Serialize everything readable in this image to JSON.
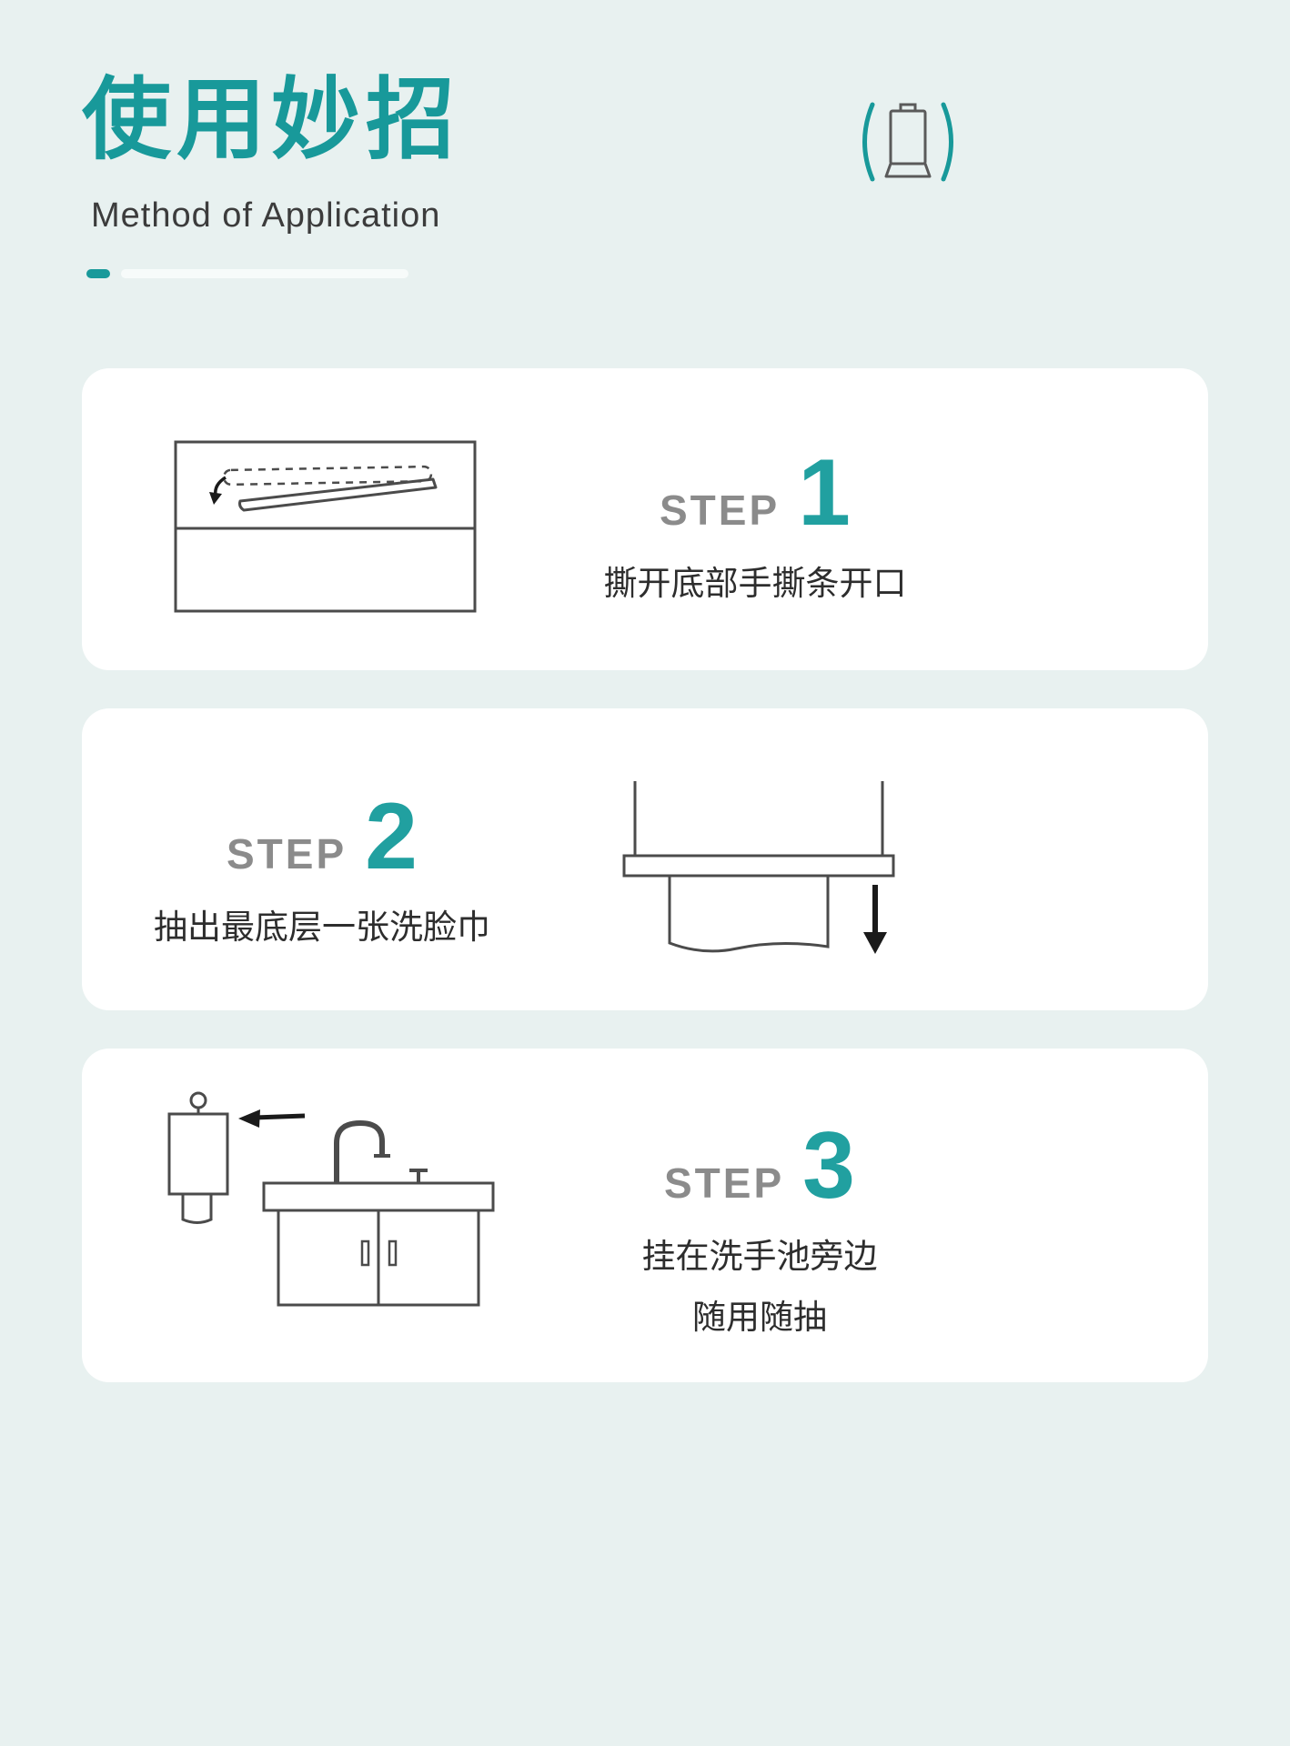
{
  "theme": {
    "accent": "#18999a",
    "background": "#e8f1f0",
    "card_background": "#ffffff",
    "step_label_color": "#8b8b8b",
    "text_color": "#2d2d2d"
  },
  "header": {
    "title": "使用妙招",
    "subtitle": "Method of Application"
  },
  "steps": [
    {
      "label": "STEP",
      "number": "1",
      "lines": [
        "撕开底部手撕条开口"
      ],
      "illustration": "tear-open-bottom-strip"
    },
    {
      "label": "STEP",
      "number": "2",
      "lines": [
        "抽出最底层一张洗脸巾"
      ],
      "illustration": "pull-out-bottom-tissue"
    },
    {
      "label": "STEP",
      "number": "3",
      "lines": [
        "挂在洗手池旁边",
        "随用随抽"
      ],
      "illustration": "hang-beside-sink"
    }
  ],
  "icons": {
    "header_icon": "tissue-pack-icon"
  }
}
